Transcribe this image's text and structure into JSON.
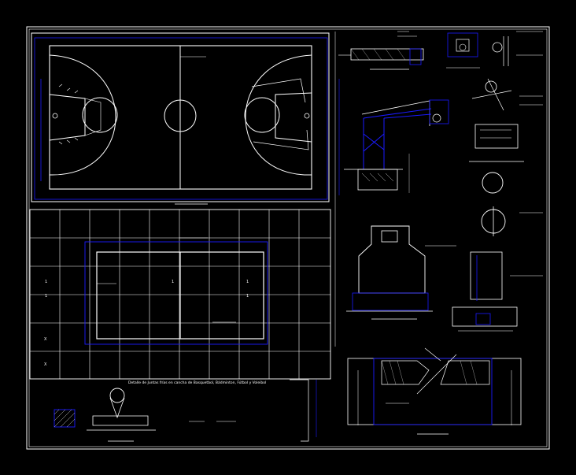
{
  "drawing": {
    "joints_caption": "Detalle de Juntas frías en cancha de Basquetbol, Bádminton, Fútbol y Voleibol",
    "grid_marks": {
      "mark_1": "1",
      "mark_2": "1",
      "mark_3": "1",
      "frac_top": "1",
      "frac_bottom": "1",
      "x_top": "X",
      "x_bottom": "X"
    }
  },
  "colors": {
    "background": "#000000",
    "line": "#ffffff",
    "accent": "#1a1aff"
  }
}
